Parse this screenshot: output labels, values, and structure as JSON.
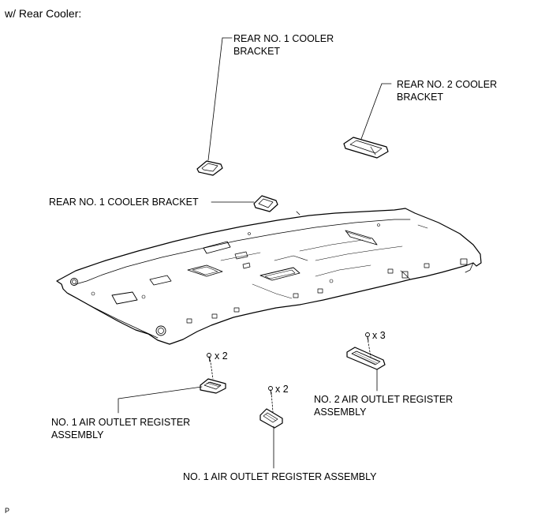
{
  "heading": "w/ Rear Cooler:",
  "labels": {
    "rear_no1_top": [
      "REAR NO. 1 COOLER",
      "BRACKET"
    ],
    "rear_no2": [
      "REAR NO. 2 COOLER",
      "BRACKET"
    ],
    "rear_no1_mid": "REAR NO. 1 COOLER BRACKET",
    "outlet_left": [
      "NO. 1 AIR OUTLET REGISTER",
      "ASSEMBLY"
    ],
    "outlet_right": [
      "NO. 2 AIR OUTLET REGISTER",
      "ASSEMBLY"
    ],
    "outlet_bottom": "NO. 1 AIR OUTLET REGISTER ASSEMBLY"
  },
  "clip_counts": {
    "left": "x 2",
    "center": "x 2",
    "right": "x 3"
  },
  "footer_code": "P"
}
